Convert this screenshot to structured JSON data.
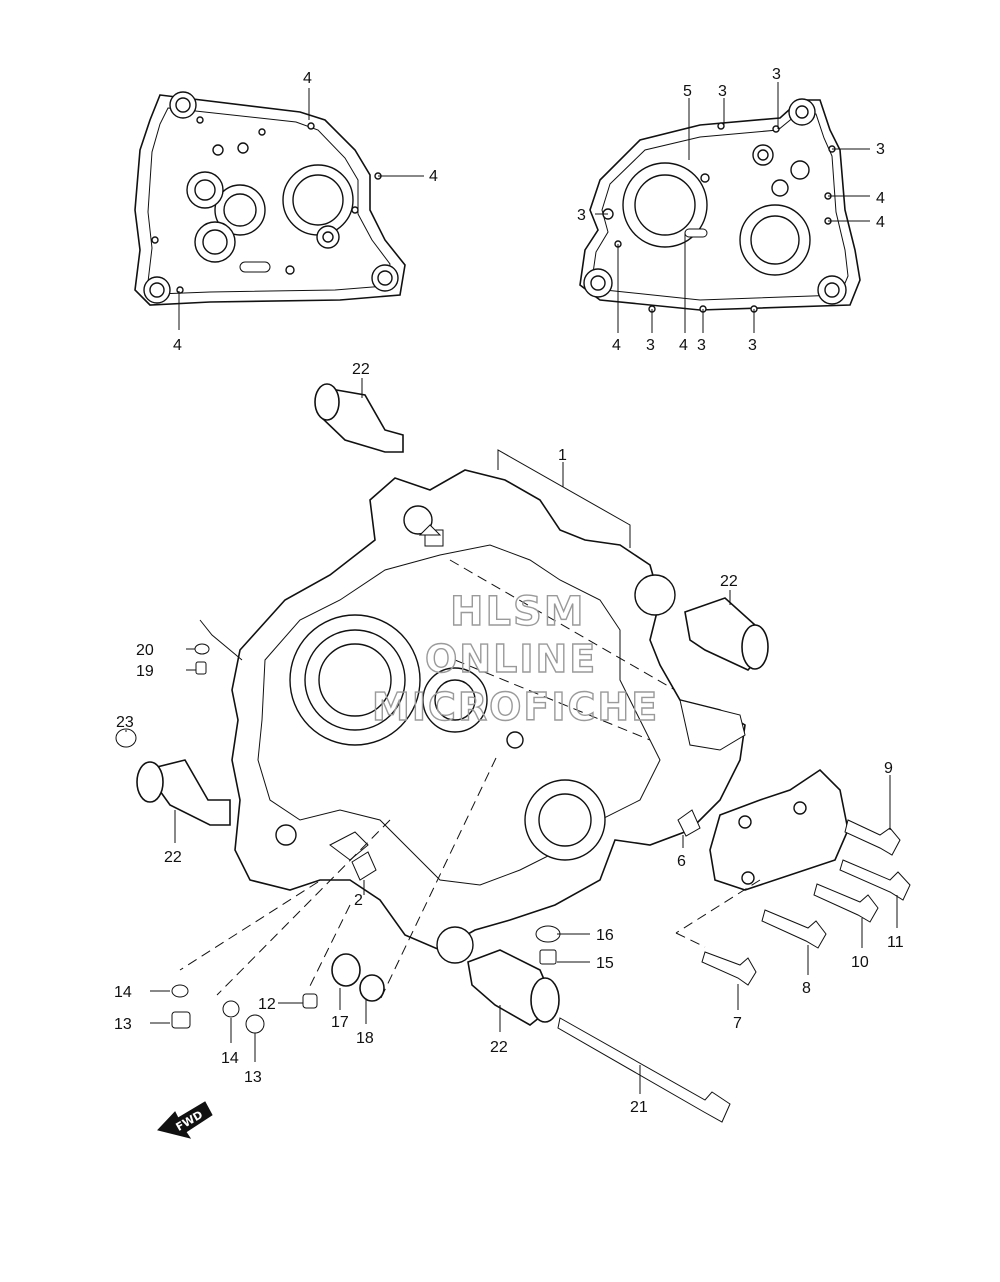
{
  "watermark": {
    "line1": "HLSM",
    "line2": "ONLINE",
    "line3": "MICROFICHE"
  },
  "fwd_arrow_text": "FWD",
  "callouts": [
    {
      "id": "c4-top-a",
      "text": "4"
    },
    {
      "id": "c4-top-b",
      "text": "4"
    },
    {
      "id": "c4-top-c",
      "text": "4"
    },
    {
      "id": "c5",
      "text": "5"
    },
    {
      "id": "c3-a",
      "text": "3"
    },
    {
      "id": "c3-b",
      "text": "3"
    },
    {
      "id": "c3-c",
      "text": "3"
    },
    {
      "id": "c3-d",
      "text": "3"
    },
    {
      "id": "c4-r-a",
      "text": "4"
    },
    {
      "id": "c4-r-b",
      "text": "4"
    },
    {
      "id": "c4-r-c",
      "text": "4"
    },
    {
      "id": "c4-r-d",
      "text": "4"
    },
    {
      "id": "c3-e",
      "text": "3"
    },
    {
      "id": "c3-f",
      "text": "3"
    },
    {
      "id": "c3-g",
      "text": "3"
    },
    {
      "id": "c22-a",
      "text": "22"
    },
    {
      "id": "c1",
      "text": "1"
    },
    {
      "id": "c22-b",
      "text": "22"
    },
    {
      "id": "c20",
      "text": "20"
    },
    {
      "id": "c19",
      "text": "19"
    },
    {
      "id": "c23",
      "text": "23"
    },
    {
      "id": "c22-c",
      "text": "22"
    },
    {
      "id": "c9",
      "text": "9"
    },
    {
      "id": "c6",
      "text": "6"
    },
    {
      "id": "c2",
      "text": "2"
    },
    {
      "id": "c16",
      "text": "16"
    },
    {
      "id": "c15",
      "text": "15"
    },
    {
      "id": "c11",
      "text": "11"
    },
    {
      "id": "c10",
      "text": "10"
    },
    {
      "id": "c8",
      "text": "8"
    },
    {
      "id": "c14-a",
      "text": "14"
    },
    {
      "id": "c13-a",
      "text": "13"
    },
    {
      "id": "c12",
      "text": "12"
    },
    {
      "id": "c17",
      "text": "17"
    },
    {
      "id": "c18",
      "text": "18"
    },
    {
      "id": "c14-b",
      "text": "14"
    },
    {
      "id": "c13-b",
      "text": "13"
    },
    {
      "id": "c22-d",
      "text": "22"
    },
    {
      "id": "c7",
      "text": "7"
    },
    {
      "id": "c21",
      "text": "21"
    }
  ]
}
